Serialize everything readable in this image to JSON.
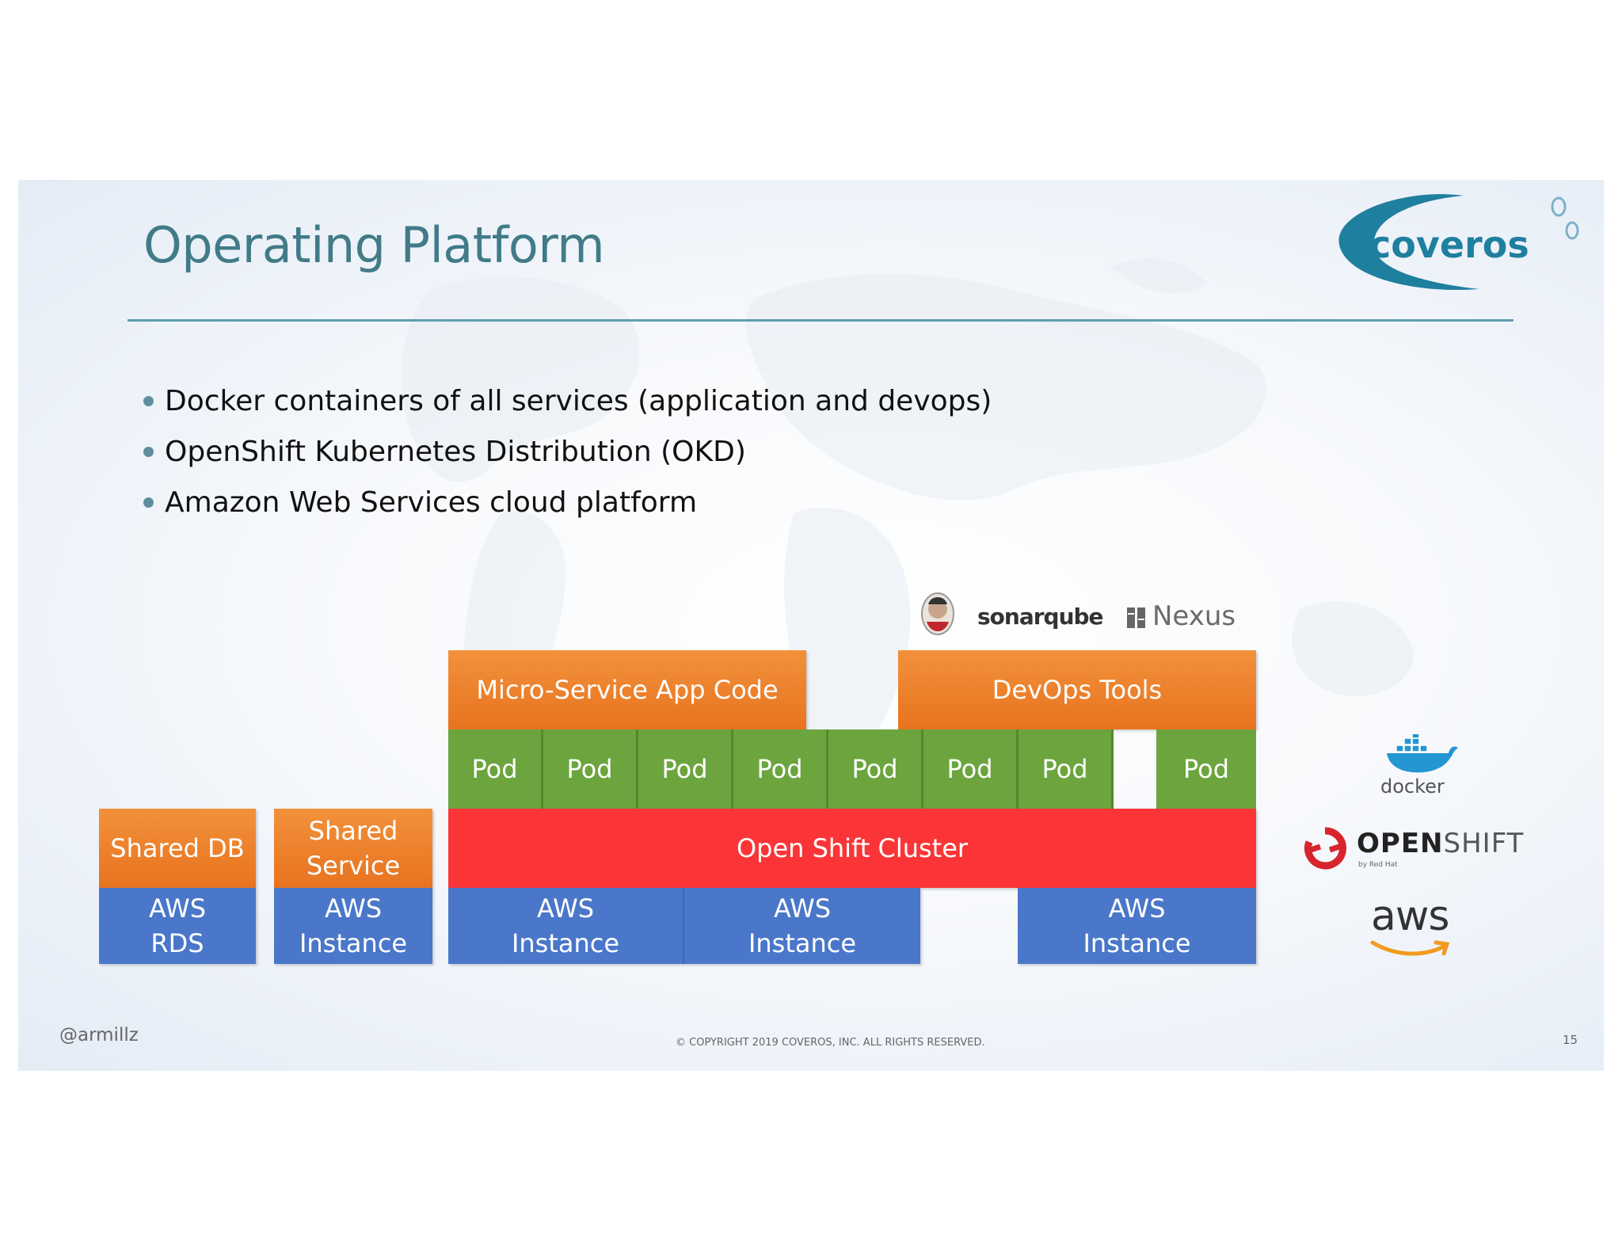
{
  "slide": {
    "title": "Operating Platform",
    "bullets": [
      "Docker containers of all services (application and devops)",
      "OpenShift Kubernetes Distribution (OKD)",
      "Amazon Web Services cloud platform"
    ]
  },
  "diagram": {
    "shared_db": "Shared DB",
    "shared_service": "Shared\nService",
    "aws_rds": "AWS\nRDS",
    "aws_instance": "AWS\nInstance",
    "micro_service": "Micro-Service App Code",
    "devops_tools": "DevOps Tools",
    "pod": "Pod",
    "cluster": "Open Shift Cluster",
    "colors": {
      "orange": "#ee8329",
      "blue": "#4a77c9",
      "green": "#6ca53e",
      "red": "#fb3537"
    }
  },
  "tool_logos": {
    "sonarqube": "sonarqube",
    "nexus": "Nexus"
  },
  "platform_logos": {
    "docker": "docker",
    "openshift_open": "OPEN",
    "openshift_shift": "SHIFT",
    "openshift_byline": "by Red Hat",
    "aws": "aws"
  },
  "brand": {
    "name": "coveros",
    "color": "#1f7f9e"
  },
  "footer": {
    "handle": "@armillz",
    "copyright": "© COPYRIGHT 2019 COVEROS, INC. ALL RIGHTS RESERVED.",
    "page_number": "15"
  }
}
